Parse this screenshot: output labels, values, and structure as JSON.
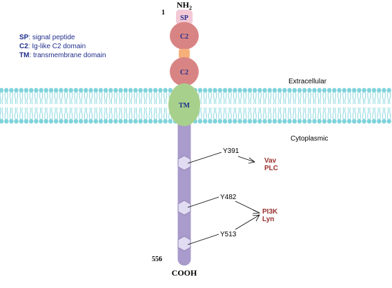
{
  "terminals": {
    "n_start": "1",
    "n_label": "NH",
    "n_sub": "2",
    "c_end": "556",
    "c_label": "COOH"
  },
  "domains": {
    "sp": "SP",
    "c2_top": "C2",
    "c2_bottom": "C2",
    "tm": "TM"
  },
  "legend": [
    {
      "abbr": "SP",
      "desc": ": signal peptide"
    },
    {
      "abbr": "C2",
      "desc": ": Ig-like C2 domain"
    },
    {
      "abbr": "TM",
      "desc": ": transmembrane domain"
    }
  ],
  "regions": {
    "extracellular": "Extracellular",
    "cytoplasmic": "Cytoplasmic"
  },
  "sites": [
    {
      "label": "Y391"
    },
    {
      "label": "Y482"
    },
    {
      "label": "Y513"
    }
  ],
  "partners": {
    "group1": [
      "Vav",
      "PLC"
    ],
    "group2": [
      "PI3K",
      "Lyn"
    ]
  },
  "colors": {
    "membrane": "#7fd3db",
    "stalk": "#a99bcc",
    "c2_domain": "#d98484",
    "sp_domain": "#f3c9d6",
    "linker": "#f6b07a",
    "tm_domain": "#a8d08d",
    "site_fill": "#e2dcf2",
    "partner_text": "#9a2f2f",
    "legend_text": "#1f2e8c"
  }
}
